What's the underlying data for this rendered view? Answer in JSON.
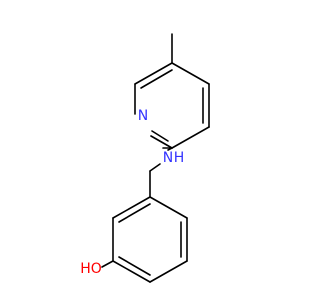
{
  "molecule": {
    "atoms": {
      "n_ring": "N",
      "nh": "N",
      "nh_h": "H",
      "oh": "HO"
    },
    "colors": {
      "bond": "#000000",
      "nitrogen": "#3333ff",
      "oxygen": "#ff0000"
    }
  }
}
